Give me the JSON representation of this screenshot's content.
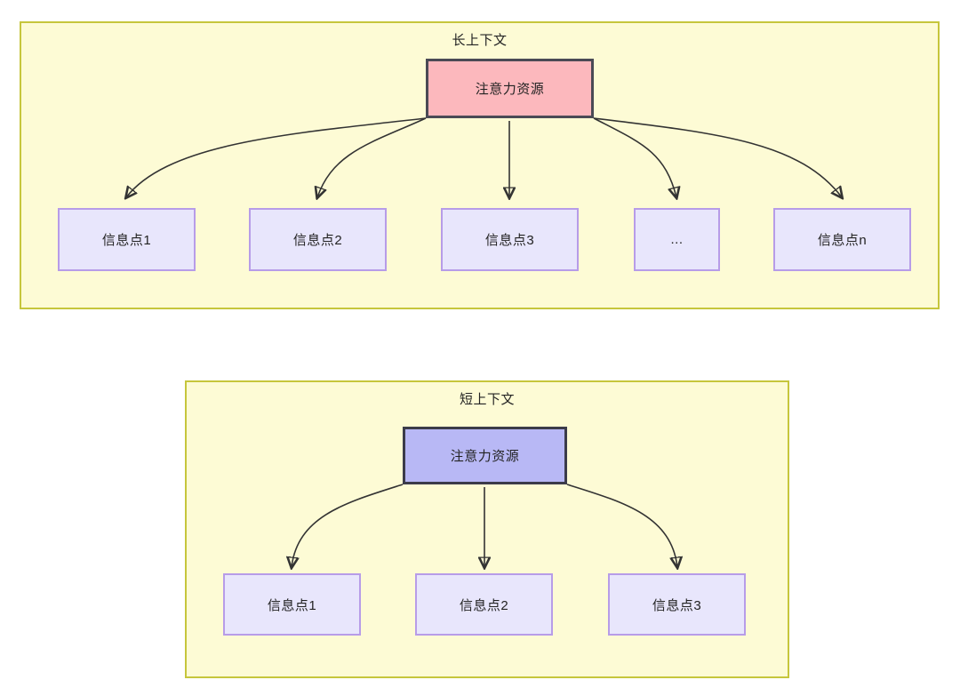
{
  "diagram": {
    "title_semantic": "attention-resource-allocation-long-vs-short-context",
    "colors": {
      "container_fill": "#fdfbd5",
      "container_border": "#c6c63c",
      "attention_long_fill": "#fcb8bd",
      "attention_long_border": "#4a4a55",
      "attention_short_fill": "#b8b8f5",
      "attention_short_border": "#3b3b4a",
      "info_fill": "#e8e6fc",
      "info_border": "#b79ce8",
      "edge_stroke": "#333333",
      "text": "#232323",
      "page_background": "#ffffff"
    },
    "groups": [
      {
        "id": "long-context",
        "label": "长上下文",
        "source": {
          "label": "注意力资源",
          "style": "red"
        },
        "targets": [
          {
            "label": "信息点1"
          },
          {
            "label": "信息点2"
          },
          {
            "label": "信息点3"
          },
          {
            "label": "..."
          },
          {
            "label": "信息点n"
          }
        ]
      },
      {
        "id": "short-context",
        "label": "短上下文",
        "source": {
          "label": "注意力资源",
          "style": "blue"
        },
        "targets": [
          {
            "label": "信息点1"
          },
          {
            "label": "信息点2"
          },
          {
            "label": "信息点3"
          }
        ]
      }
    ]
  }
}
